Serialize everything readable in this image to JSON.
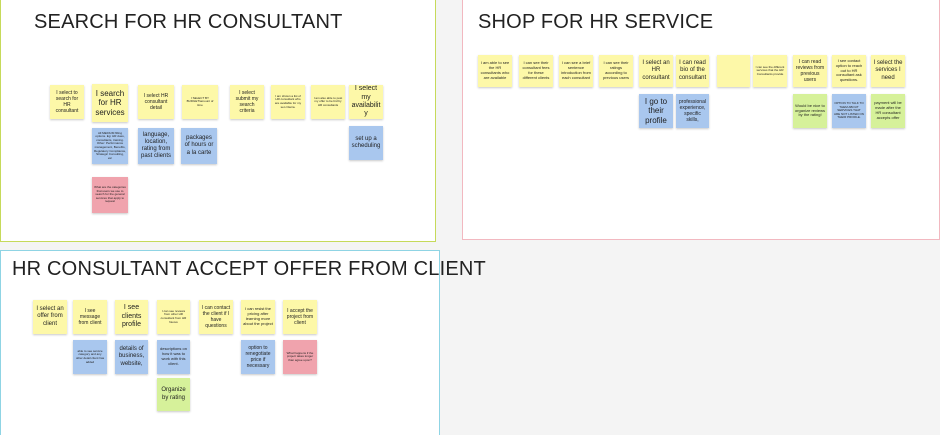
{
  "frames": {
    "search": {
      "title": "SEARCH FOR HR CONSULTANT",
      "notes": [
        "I select to search for HR consultant",
        "I search for HR services",
        "I select HR consultant detail",
        "I SELECT BY BUDGET/amount of time",
        "I select submit my search criteria",
        "I am shown a list of HR consultant who are available for my set criteria.",
        "I am also able to post my offer to be bid by HR consultants",
        "I select my availability",
        "All MEDIUM filling options. Eg: HR dues, consultants, training. Other: Performance management, Benefits, Regulatory Compliance, Strategic Consulting, etc",
        "What are the categories that users we use to search for the general services that apply to request",
        "language, location, rating from past clients",
        "packages of hours or a la carte",
        "set up a scheduling"
      ]
    },
    "shop": {
      "title": "SHOP FOR HR SERVICE",
      "notes": [
        "I am able to see the HR consultants who are available",
        "I can see their consultant fees for these different clients",
        "I can see a brief sentence introduction from each consultant",
        "I can see their ratings according to previous users",
        "I select an HR consultant",
        "I can read bio of the consultant",
        "",
        "I can see the different services that the HR Consultants provide",
        "I can read reviews from previous users",
        "I see contact option to reach out to HR consultant ask questions.",
        "I select the services I need",
        "I go to their profile",
        "professional experience, specific skills,",
        "Would be nice to organize reviews by the rating!",
        "OPTION TO TALK TO THEM ABOUT SERVICES THAT ARE NOT LISTED ON THEIR PROFILE.",
        "payment will be made after the HR consultant accepts offer"
      ]
    },
    "accept": {
      "title": "HR CONSULTANT ACCEPT OFFER FROM CLIENT",
      "notes": [
        "I select an offer from client",
        "I see message from client",
        "I see clients profile",
        "I can see reviews from other HR consultant from HR Nexus",
        "I can contact the client if I have questions",
        "I can resist the pricing after learning more about the project",
        "I accept the project from client",
        "able to see service category and any other detail client has added",
        "details of business, website,",
        "descriptions on how it was to work with this client.",
        "option to renegotiate price if necessary",
        "What happens if the project takes longer than agree upon?",
        "Organize by rating"
      ]
    }
  },
  "colors": {
    "yellow": "#fdf8a8",
    "blue": "#a9c7ee",
    "pink": "#f0a3ad",
    "green": "#d6f19a",
    "frame_search_border": "#c6da5a",
    "frame_shop_border": "#f2b8c0",
    "frame_accept_border": "#8fd4e4"
  }
}
